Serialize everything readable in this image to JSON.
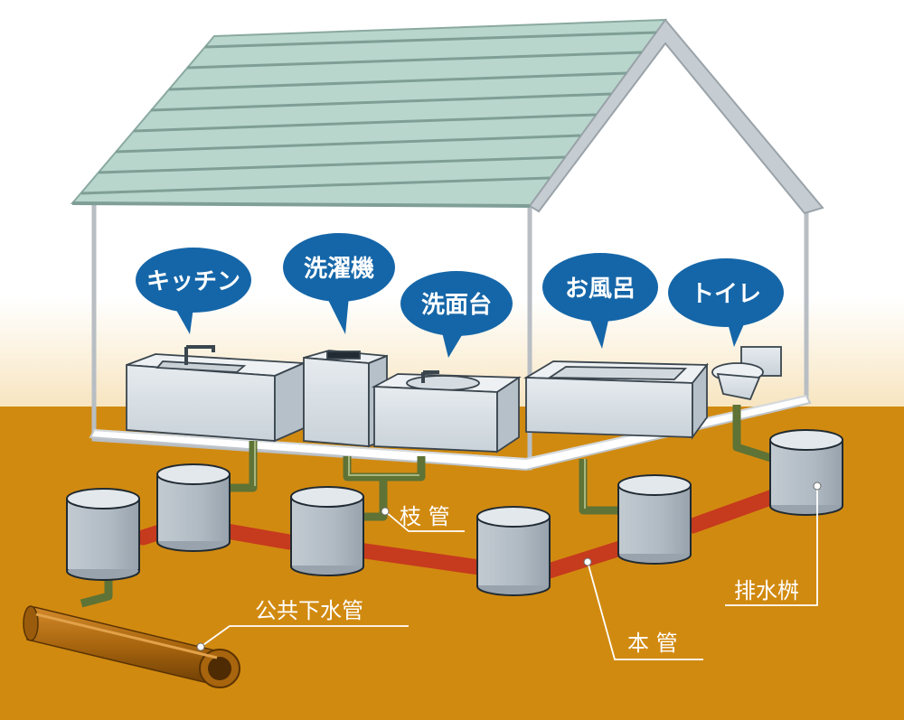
{
  "fixtures": {
    "kitchen": "キッチン",
    "washing_machine": "洗濯機",
    "washbasin": "洗面台",
    "bath": "お風呂",
    "toilet": "トイレ"
  },
  "labels": {
    "branch_pipe": "枝 管",
    "public_sewer": "公共下水管",
    "main_pipe": "本 管",
    "drain_box": "排水桝"
  },
  "colors": {
    "soil": "#d18a10",
    "bubble": "#1566a8",
    "main_pipe": "#c63a1e",
    "branch_pipe": "#5e7335",
    "sewer": "#a8650e",
    "roof": "#b9d6cc",
    "box": "#b4bec6"
  }
}
